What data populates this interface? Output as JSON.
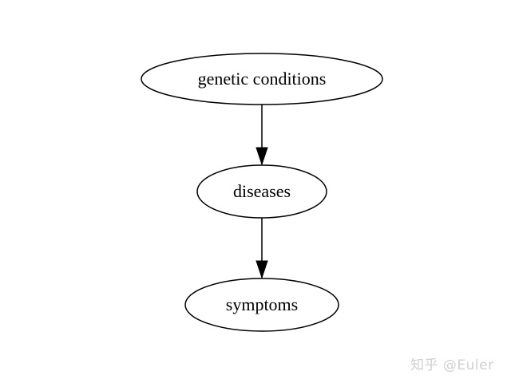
{
  "nodes": [
    {
      "id": "genetic",
      "label": "genetic conditions"
    },
    {
      "id": "diseases",
      "label": "diseases"
    },
    {
      "id": "symptoms",
      "label": "symptoms"
    }
  ],
  "edges": [
    {
      "from": "genetic",
      "to": "diseases"
    },
    {
      "from": "diseases",
      "to": "symptoms"
    }
  ],
  "watermark": "知乎 @Euler"
}
